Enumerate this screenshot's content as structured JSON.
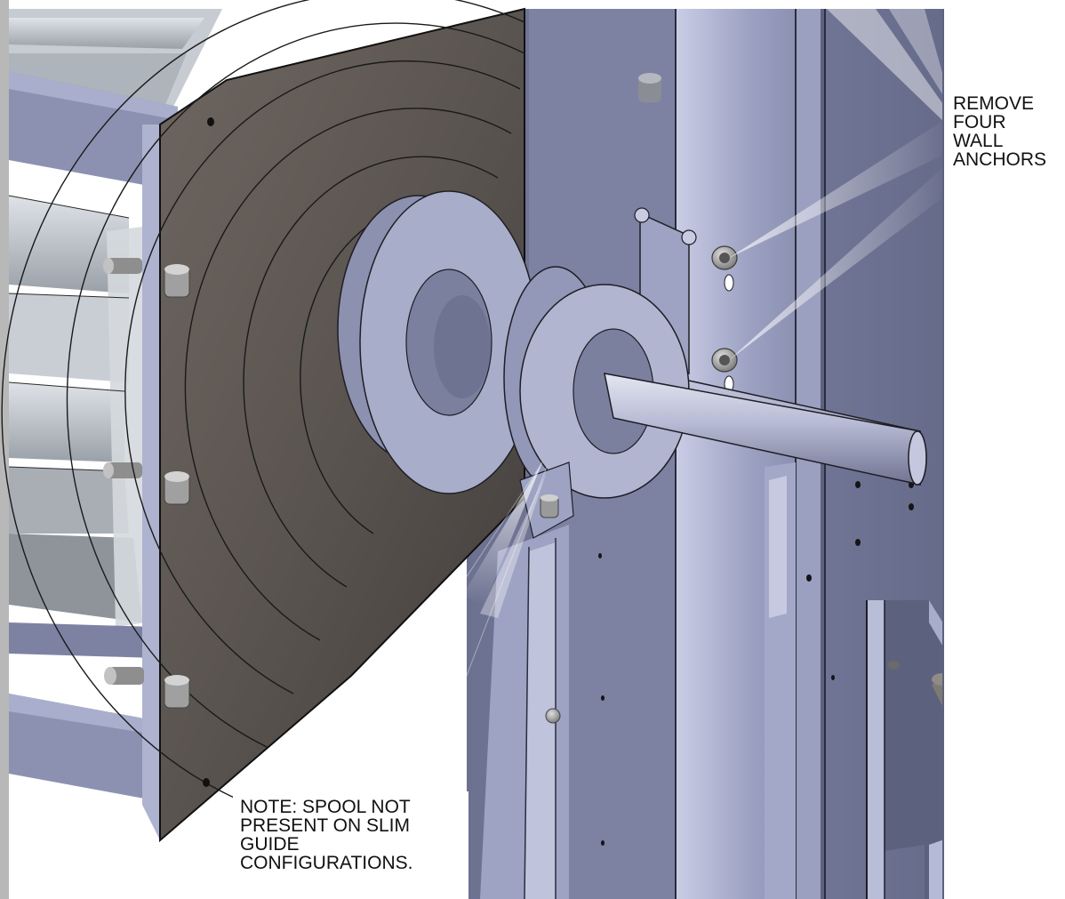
{
  "callouts": {
    "wall_anchors": [
      "REMOVE",
      "FOUR",
      "WALL",
      "ANCHORS"
    ],
    "spool_note": [
      "NOTE: SPOOL NOT",
      "PRESENT ON SLIM",
      "GUIDE",
      "CONFIGURATIONS."
    ]
  },
  "colors": {
    "steel_light": "#b9bedb",
    "steel_mid": "#8d93b5",
    "steel_dark": "#5d627f",
    "endplate": "#5a5450",
    "spool": "#a7acc8",
    "bolt": "#9a9a9a",
    "edge": "#1e1e24"
  }
}
